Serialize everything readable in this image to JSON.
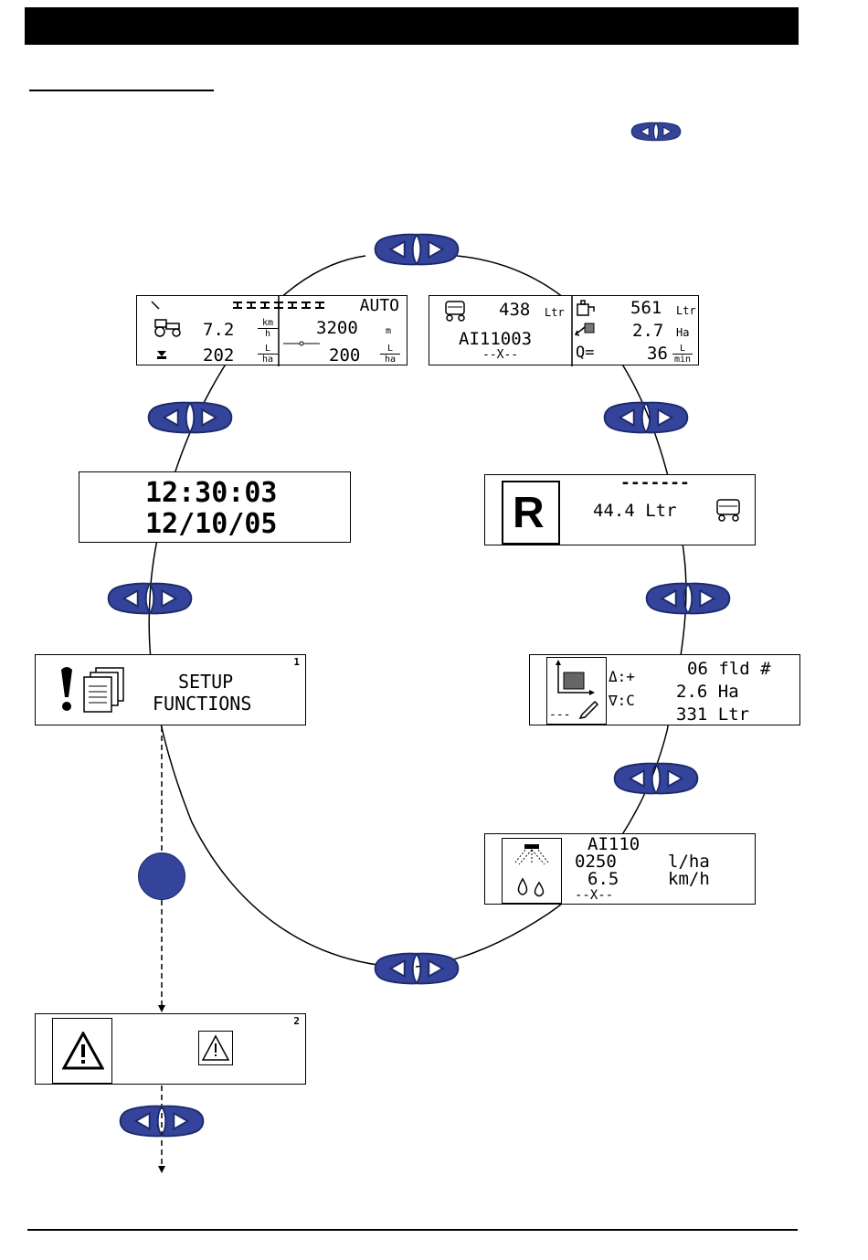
{
  "colors": {
    "nav_button": "#33449a",
    "nav_arrow_fill": "#ffffff",
    "dot": "#33449a"
  },
  "icons": [
    "nav-left-icon",
    "nav-right-icon",
    "pump-icon",
    "tractor-icon",
    "nozzle-icon",
    "tank-icon",
    "area-icon",
    "exclamation-icon",
    "documents-icon",
    "warning-icon",
    "sprayer-icon",
    "drops-icon",
    "field-edit-icon"
  ],
  "screens": {
    "main": {
      "mode": "AUTO",
      "speed": "7.2",
      "speed_unit_top": "km",
      "speed_unit_bottom": "h",
      "rate": "202",
      "rate_unit_top": "L",
      "rate_unit_bottom": "ha",
      "pressure": "3200",
      "pressure_unit": "m",
      "target": "200",
      "target_unit_top": "L",
      "target_unit_bottom": "ha"
    },
    "tank": {
      "tank_volume": "438",
      "tank_unit": "Ltr",
      "nozzle": "AI11003",
      "nozzle_mark": "--X--",
      "volume2": "561",
      "volume2_unit": "Ltr",
      "area": "2.7",
      "area_unit": "Ha",
      "flow_label": "Q=",
      "flow": "36",
      "flow_unit_top": "L",
      "flow_unit_bottom": "min"
    },
    "clock": {
      "time": "12:30:03",
      "date": "12/10/05"
    },
    "reserve": {
      "letter": "R",
      "dashes": "-------",
      "value": "44.4 Ltr"
    },
    "setup": {
      "line1": "SETUP",
      "line2": "FUNCTIONS",
      "page": "1"
    },
    "field": {
      "arrow_top": "Δ:+",
      "arrow_bottom": "∇:C",
      "field_no": "06 fld #",
      "area": "2.6 Ha",
      "volume": "331 Ltr",
      "dashes": "---"
    },
    "nozzle": {
      "nozzle": "AI110",
      "rate": "0250",
      "rate_unit": "l/ha",
      "speed": "6.5",
      "speed_unit": "km/h",
      "mark": "--X--"
    },
    "warning": {
      "page": "2"
    }
  }
}
